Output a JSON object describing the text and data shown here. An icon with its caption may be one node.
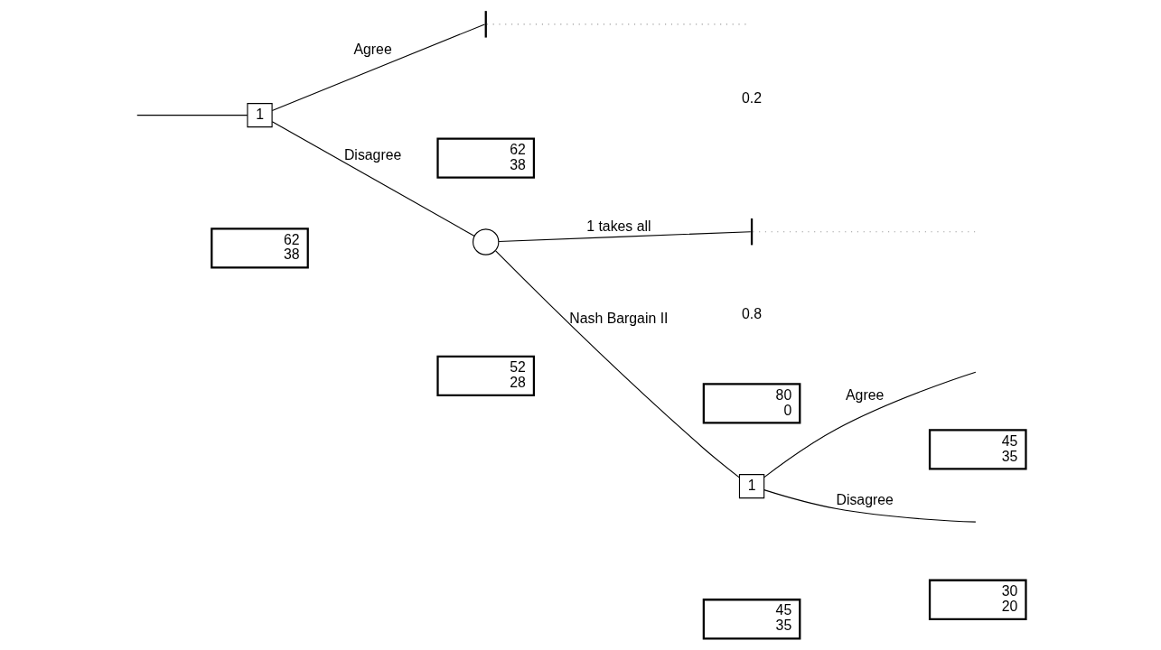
{
  "diagram": {
    "nodes": [
      {
        "text": [
          "1"
        ]
      },
      {
        "text": [
          "62",
          "38"
        ]
      },
      {
        "text": [],
        "shape": "bar"
      },
      {
        "text": [
          "62",
          "38"
        ]
      },
      {
        "text": [],
        "shape": "circle"
      },
      {
        "text": [
          "52",
          "28"
        ]
      },
      {
        "text": [],
        "shape": "bar"
      },
      {
        "text": [
          "80",
          "0"
        ]
      },
      {
        "text": [
          "1"
        ]
      },
      {
        "text": [
          "45",
          "35"
        ]
      },
      {
        "text": [
          "45",
          "35"
        ]
      },
      {
        "text": [
          "30",
          "20"
        ]
      }
    ],
    "edges": [
      {
        "from": null,
        "to": 0,
        "arrow": "none"
      },
      {
        "from": 0,
        "to": 2,
        "arrow": "none",
        "label": "Agree"
      },
      {
        "from": 0,
        "to": 4,
        "arrow": "none",
        "label": "Disagree"
      },
      {
        "from": 4,
        "to": 6,
        "arrow": "none",
        "label": "1 takes all"
      },
      {
        "from": 4,
        "to": 8,
        "arrow": "none",
        "label": "Nash Bargain II"
      },
      {
        "from": 8,
        "to": null,
        "arrow": "none",
        "label": "Agree"
      },
      {
        "from": 8,
        "to": null,
        "arrow": "none",
        "label": "Disagree"
      },
      {
        "from": 2,
        "to": null,
        "arrow": "none",
        "style": "dashed",
        "color": "#999999"
      },
      {
        "from": 6,
        "to": null,
        "arrow": "none",
        "style": "dashed",
        "color": "#999999"
      }
    ],
    "labels": [
      "0.2",
      "0.8"
    ]
  }
}
